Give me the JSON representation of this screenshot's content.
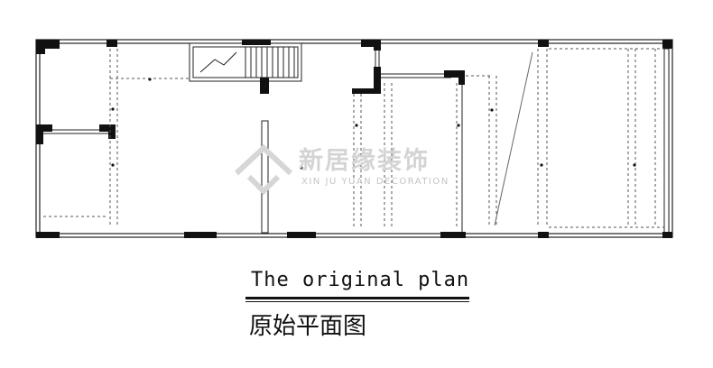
{
  "caption": {
    "title_en": "The original plan",
    "title_cn": "原始平面图"
  },
  "watermark": {
    "brand_cn": "新居缘装饰",
    "brand_en": "XIN JU YUAN DECORATION"
  },
  "colors": {
    "wall": "#111111",
    "line": "#222222",
    "dashed": "#555555",
    "watermark": "#d4d4d4"
  }
}
